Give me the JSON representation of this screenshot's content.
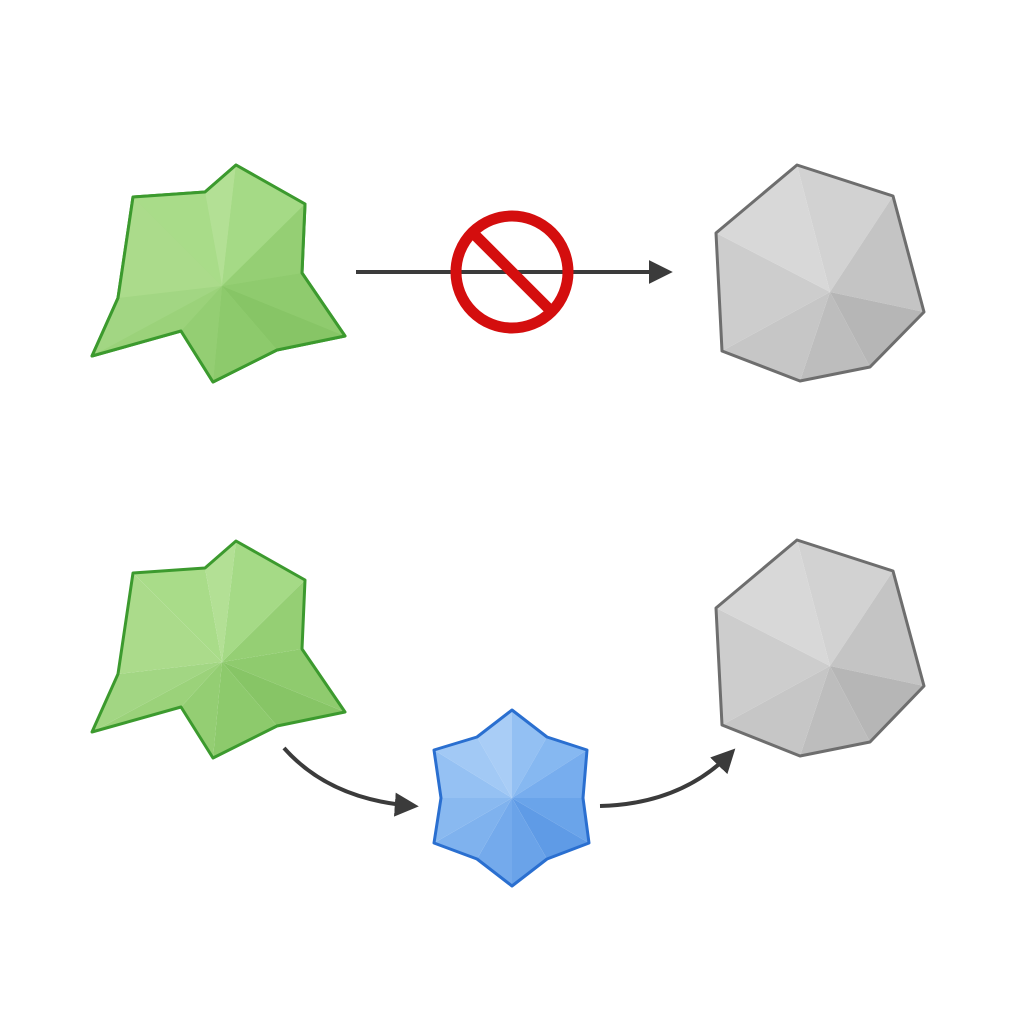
{
  "diagram": {
    "background": "#ffffff",
    "rows": [
      {
        "id": "direct-path",
        "outcome": "blocked",
        "start_shape": "irregular-concave-polygon",
        "end_shape": "convex-heptagon",
        "connector": "straight-arrow",
        "overlay_icon": "prohibited-icon"
      },
      {
        "id": "via-intermediate",
        "outcome": "allowed",
        "start_shape": "irregular-concave-polygon",
        "intermediate_shape": "six-pointed-star",
        "end_shape": "convex-heptagon",
        "connector": "curved-arrows"
      }
    ],
    "colors": {
      "start_fill": "#9fd67e",
      "start_stroke": "#3c9a2e",
      "end_fill": "#c8c8c8",
      "end_stroke": "#6e6e6e",
      "intermediate_fill": "#7db4ee",
      "intermediate_stroke": "#2a6fd0",
      "arrow": "#3b3b3b",
      "prohibited": "#d40e0e"
    }
  }
}
